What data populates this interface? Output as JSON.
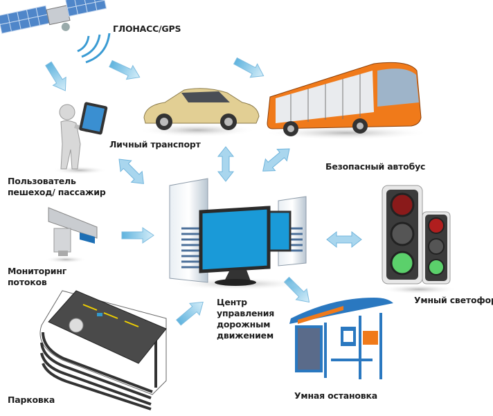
{
  "nodes": {
    "satellite": "ГЛОНАСС/GPS",
    "car": "Личный транспорт",
    "bus": "Безопасный автобус",
    "user_line1": "Пользователь",
    "user_line2": "пешеход/ пассажир",
    "camera_line1": "Мониторинг",
    "camera_line2": "потоков",
    "center_line1": "Центр",
    "center_line2": "управления",
    "center_line3": "дорожным",
    "center_line4": "движением",
    "traffic_light": "Умный светофор",
    "parking": "Парковка",
    "bus_stop": "Умная остановка"
  },
  "colors": {
    "arrow": "#8ec8e6",
    "screen": "#1a9ad8",
    "bus": "#f07a1a",
    "car": "#d8c68a"
  }
}
